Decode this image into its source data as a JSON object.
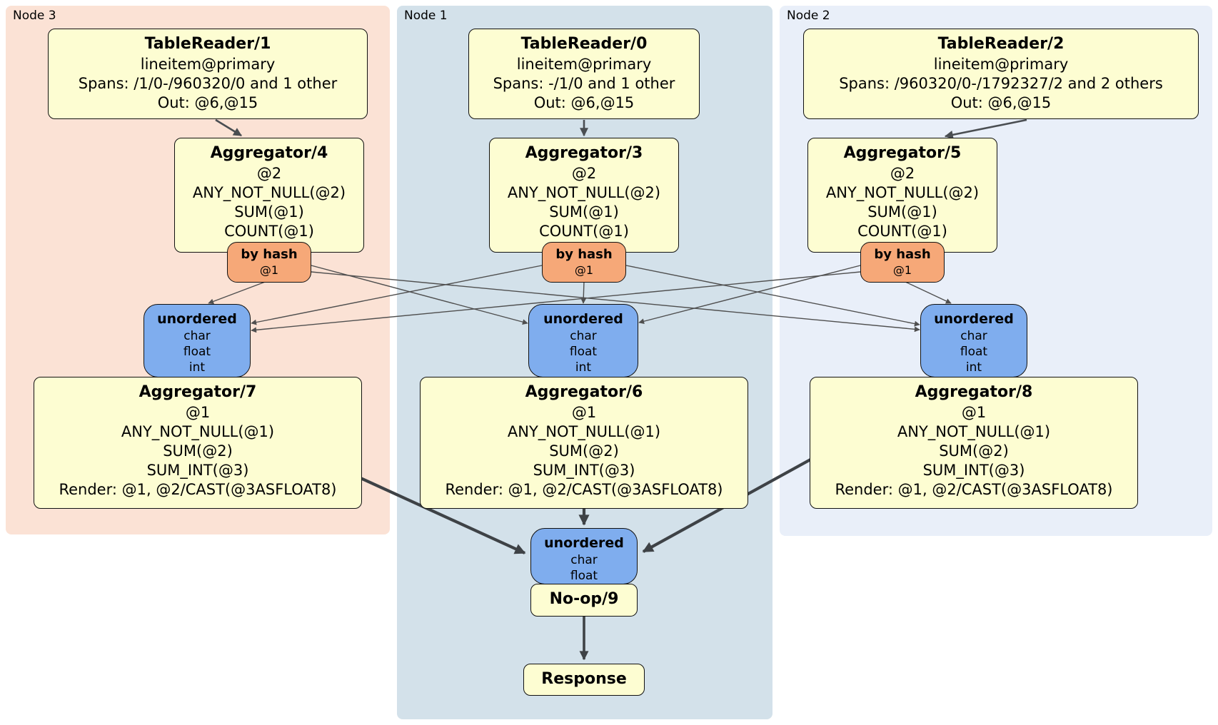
{
  "panels": {
    "node3": {
      "label": "Node 3",
      "bg": "#fbe2d5"
    },
    "node1": {
      "label": "Node 1",
      "bg": "#d3e1ea"
    },
    "node2": {
      "label": "Node 2",
      "bg": "#e9eff9"
    }
  },
  "colors": {
    "processor_fill": "#fdfdd2",
    "router_fill": "#f6a878",
    "sync_fill": "#7fadee",
    "box_border": "#111111",
    "edge_thin": "#4f4f4f",
    "edge_medium": "#4a4e52",
    "edge_thick": "#3e4246"
  },
  "nodes": {
    "tr1": {
      "title": "TableReader/1",
      "lines": [
        "lineitem@primary",
        "Spans: /1/0-/960320/0 and 1 other",
        "Out: @6,@15"
      ]
    },
    "tr0": {
      "title": "TableReader/0",
      "lines": [
        "lineitem@primary",
        "Spans: -/1/0 and 1 other",
        "Out: @6,@15"
      ]
    },
    "tr2": {
      "title": "TableReader/2",
      "lines": [
        "lineitem@primary",
        "Spans: /960320/0-/1792327/2 and 2 others",
        "Out: @6,@15"
      ]
    },
    "agg4": {
      "title": "Aggregator/4",
      "lines": [
        "@2",
        "ANY_NOT_NULL(@2)",
        "SUM(@1)",
        "COUNT(@1)"
      ]
    },
    "agg3": {
      "title": "Aggregator/3",
      "lines": [
        "@2",
        "ANY_NOT_NULL(@2)",
        "SUM(@1)",
        "COUNT(@1)"
      ]
    },
    "agg5": {
      "title": "Aggregator/5",
      "lines": [
        "@2",
        "ANY_NOT_NULL(@2)",
        "SUM(@1)",
        "COUNT(@1)"
      ]
    },
    "agg7": {
      "title": "Aggregator/7",
      "lines": [
        "@1",
        "ANY_NOT_NULL(@1)",
        "SUM(@2)",
        "SUM_INT(@3)",
        "Render: @1, @2/CAST(@3ASFLOAT8)"
      ]
    },
    "agg6": {
      "title": "Aggregator/6",
      "lines": [
        "@1",
        "ANY_NOT_NULL(@1)",
        "SUM(@2)",
        "SUM_INT(@3)",
        "Render: @1, @2/CAST(@3ASFLOAT8)"
      ]
    },
    "agg8": {
      "title": "Aggregator/8",
      "lines": [
        "@1",
        "ANY_NOT_NULL(@1)",
        "SUM(@2)",
        "SUM_INT(@3)",
        "Render: @1, @2/CAST(@3ASFLOAT8)"
      ]
    },
    "hash3": {
      "title": "by hash",
      "lines": [
        "@1"
      ]
    },
    "hash1": {
      "title": "by hash",
      "lines": [
        "@1"
      ]
    },
    "hash2": {
      "title": "by hash",
      "lines": [
        "@1"
      ]
    },
    "sync3": {
      "title": "unordered",
      "lines": [
        "char",
        "float",
        "int"
      ]
    },
    "sync1": {
      "title": "unordered",
      "lines": [
        "char",
        "float",
        "int"
      ]
    },
    "sync2": {
      "title": "unordered",
      "lines": [
        "char",
        "float",
        "int"
      ]
    },
    "syncFinal": {
      "title": "unordered",
      "lines": [
        "char",
        "float"
      ]
    },
    "noop": {
      "title": "No-op/9"
    },
    "response": {
      "title": "Response"
    }
  },
  "edges": [
    {
      "from": "TableReader/1",
      "to": "Aggregator/4"
    },
    {
      "from": "TableReader/0",
      "to": "Aggregator/3"
    },
    {
      "from": "TableReader/2",
      "to": "Aggregator/5"
    },
    {
      "from": "by hash @1 (node 3)",
      "to": "unordered (node 3)"
    },
    {
      "from": "by hash @1 (node 3)",
      "to": "unordered (node 1)"
    },
    {
      "from": "by hash @1 (node 3)",
      "to": "unordered (node 2)"
    },
    {
      "from": "by hash @1 (node 1)",
      "to": "unordered (node 3)"
    },
    {
      "from": "by hash @1 (node 1)",
      "to": "unordered (node 1)"
    },
    {
      "from": "by hash @1 (node 1)",
      "to": "unordered (node 2)"
    },
    {
      "from": "by hash @1 (node 2)",
      "to": "unordered (node 3)"
    },
    {
      "from": "by hash @1 (node 2)",
      "to": "unordered (node 1)"
    },
    {
      "from": "by hash @1 (node 2)",
      "to": "unordered (node 2)"
    },
    {
      "from": "Aggregator/7",
      "to": "unordered (final)"
    },
    {
      "from": "Aggregator/6",
      "to": "unordered (final)"
    },
    {
      "from": "Aggregator/8",
      "to": "unordered (final)"
    },
    {
      "from": "No-op/9",
      "to": "Response"
    }
  ]
}
